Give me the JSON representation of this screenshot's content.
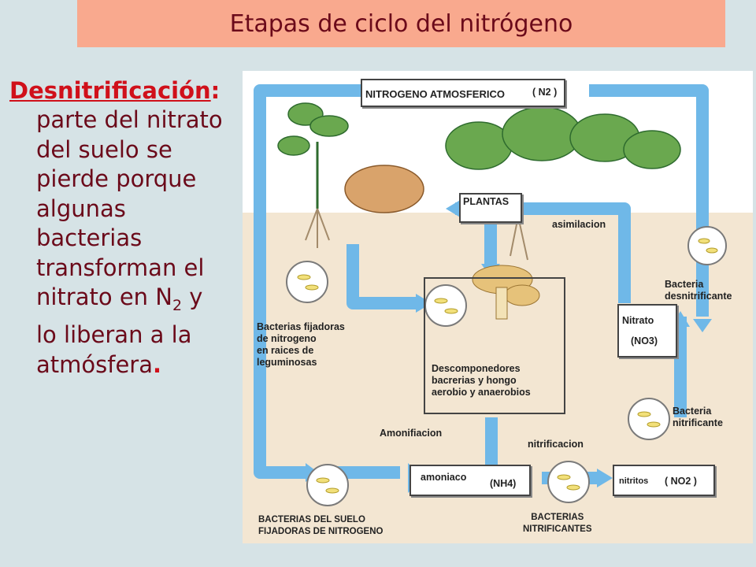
{
  "slide": {
    "title": "Etapas de ciclo del nitrógeno",
    "term": "Desnitrificación",
    "colon": ":",
    "desc_part1": "parte del nitrato\ndel suelo se\npierde porque\nalgunas\nbacterias\ntransforman el\nnitrato en N",
    "subscript": "2",
    "desc_part2": " y\nlo liberan a la\natmósfera",
    "period": "."
  },
  "diagram": {
    "atmosphere": "NITROGENO ATMOSFERICO",
    "n2": "( N2 )",
    "plantas": "PLANTAS",
    "asimilacion": "asimilacion",
    "bacteria_desnitrificante": "Bacteria\ndesnitrificante",
    "nitrato": "Nitrato",
    "no3": "(NO3)",
    "bacterias_fijadoras": "Bacterias fijadoras\nde nitrogeno\nen raices de\nleguminosas",
    "descomponedores": "Descomponedores\nbacrerias y hongo\naerobio y anaerobios",
    "amonificacion": "Amonifiacion",
    "nitrificacion": "nitrificacion",
    "bacteria_nitrificante": "Bacteria\nnitrificante",
    "amoniaco": "amoniaco",
    "nh4": "(NH4)",
    "nitritos": "nitritos",
    "no2": "( NO2 )",
    "bacterias_suelo": "BACTERIAS DEL SUELO\nFIJADORAS DE NITROGENO",
    "bacterias_nitrificantes": "BACTERIAS\nNITRIFICANTES"
  },
  "colors": {
    "title_bg": "#f9a98e",
    "title_text": "#6b0a1a",
    "term": "#d0101a",
    "arrow": "#6fb8e8",
    "soil": "#f3e6d2"
  }
}
